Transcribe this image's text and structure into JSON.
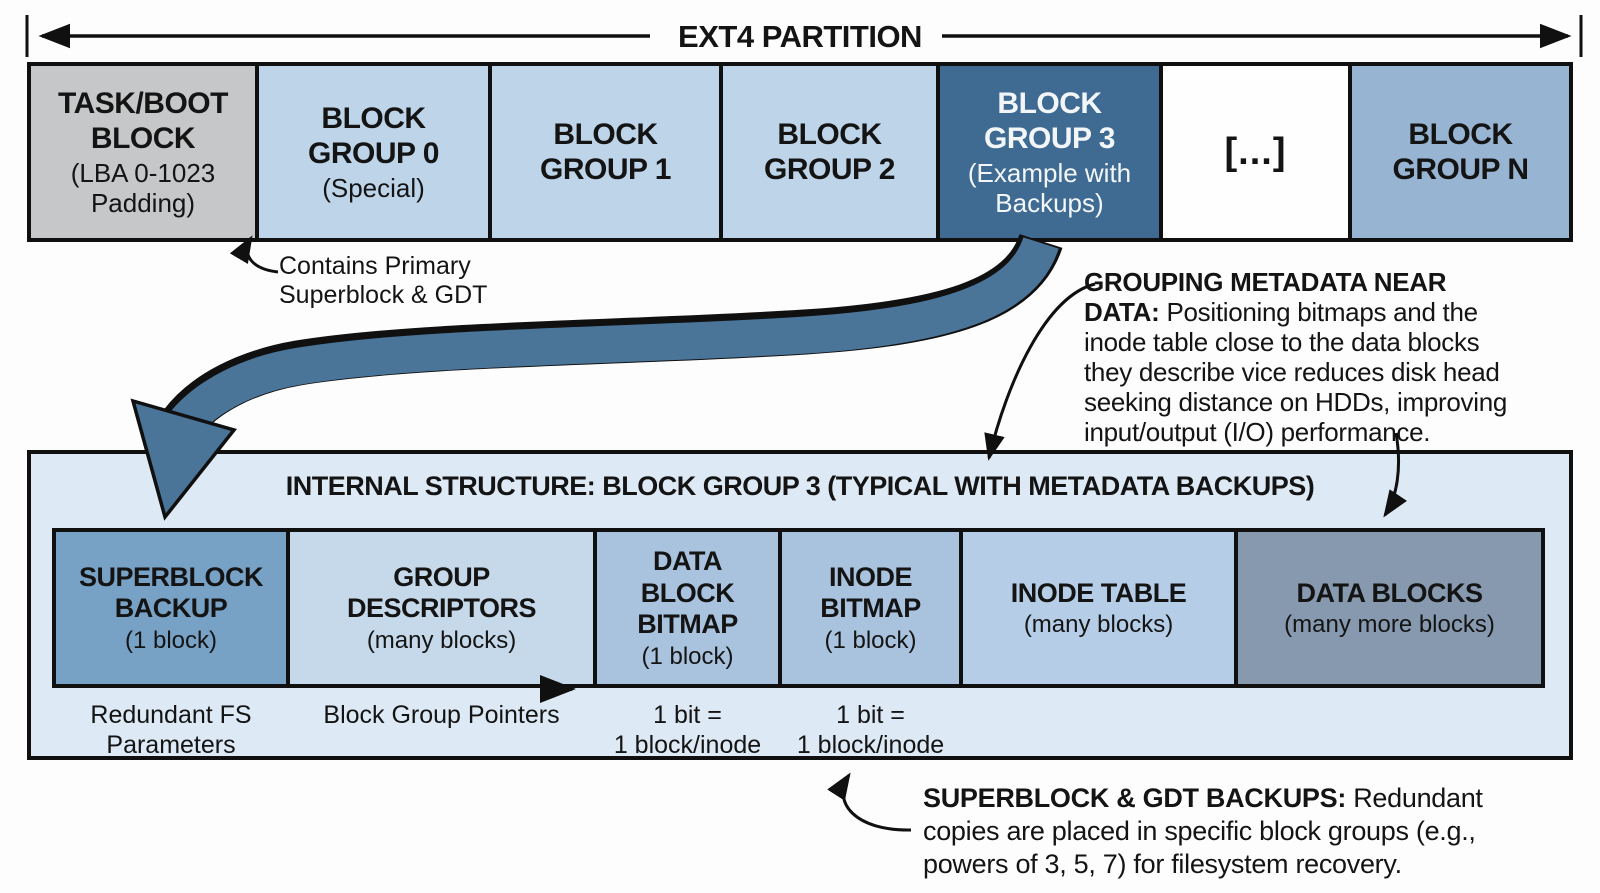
{
  "axis": {
    "title": "EXT4 PARTITION"
  },
  "top_row": {
    "blocks": [
      {
        "title": "TASK/BOOT\nBLOCK",
        "subtitle": "(LBA 0-1023\nPadding)",
        "color": "#c6c7c8",
        "text_color": "#141414"
      },
      {
        "title": "BLOCK\nGROUP 0",
        "subtitle": "(Special)",
        "color": "#bed4e9",
        "text_color": "#141414"
      },
      {
        "title": "BLOCK\nGROUP 1",
        "subtitle": "",
        "color": "#bed4e9",
        "text_color": "#141414"
      },
      {
        "title": "BLOCK\nGROUP 2",
        "subtitle": "",
        "color": "#bed4e9",
        "text_color": "#141414"
      },
      {
        "title": "BLOCK\nGROUP 3",
        "subtitle": "(Example with\nBackups)",
        "color": "#3f6b93",
        "text_color": "#f3f6f9"
      },
      {
        "title": "[...]",
        "subtitle": "",
        "color": "#fefefe",
        "text_color": "#141414"
      },
      {
        "title": "BLOCK\nGROUP N",
        "subtitle": "",
        "color": "#97b4d2",
        "text_color": "#141414"
      }
    ]
  },
  "contains_note": {
    "text": "Contains Primary\nSuperblock & GDT"
  },
  "grouping_note": {
    "lines": [
      {
        "bold": "GROUPING METADATA NEAR",
        "regular": ""
      },
      {
        "bold": "DATA:",
        "regular": " Positioning bitmaps and the"
      },
      {
        "bold": "",
        "regular": "inode table close to the data blocks"
      },
      {
        "bold": "",
        "regular": "they describe vice reduces disk head"
      },
      {
        "bold": "",
        "regular": "seeking distance on HDDs, improving"
      },
      {
        "bold": "",
        "regular": "input/output (I/O) performance."
      }
    ]
  },
  "internal": {
    "title": "INTERNAL STRUCTURE: BLOCK GROUP 3 (TYPICAL WITH METADATA BACKUPS)",
    "background": "#dde9f4",
    "blocks": [
      {
        "title": "SUPERBLOCK\nBACKUP",
        "subtitle": "(1 block)",
        "color": "#78a1c6"
      },
      {
        "title": "GROUP\nDESCRIPTORS",
        "subtitle": "(many blocks)",
        "color": "#c6d9ea"
      },
      {
        "title": "DATA\nBLOCK\nBITMAP",
        "subtitle": "(1 block)",
        "color": "#a9c3df"
      },
      {
        "title": "INODE\nBITMAP",
        "subtitle": "(1 block)",
        "color": "#a9c3df"
      },
      {
        "title": "INODE TABLE",
        "subtitle": "(many blocks)",
        "color": "#b5cde6"
      },
      {
        "title": "DATA BLOCKS",
        "subtitle": "(many more blocks)",
        "color": "#8699ae"
      }
    ],
    "captions": [
      "Redundant FS\nParameters",
      "Block Group Pointers",
      "1 bit =\n1 block/inode",
      "1 bit =\n1 block/inode"
    ]
  },
  "backup_note": {
    "lines": [
      {
        "bold": "SUPERBLOCK & GDT BACKUPS:",
        "regular": " Redundant"
      },
      {
        "bold": "",
        "regular": "copies are placed in specific block groups (e.g.,"
      },
      {
        "bold": "",
        "regular": "powers of 3, 5, 7) for filesystem recovery."
      }
    ]
  },
  "colors": {
    "flow_arrow_fill": "#4b7499",
    "outline": "#101010",
    "page_background": "#fdfdfd"
  }
}
